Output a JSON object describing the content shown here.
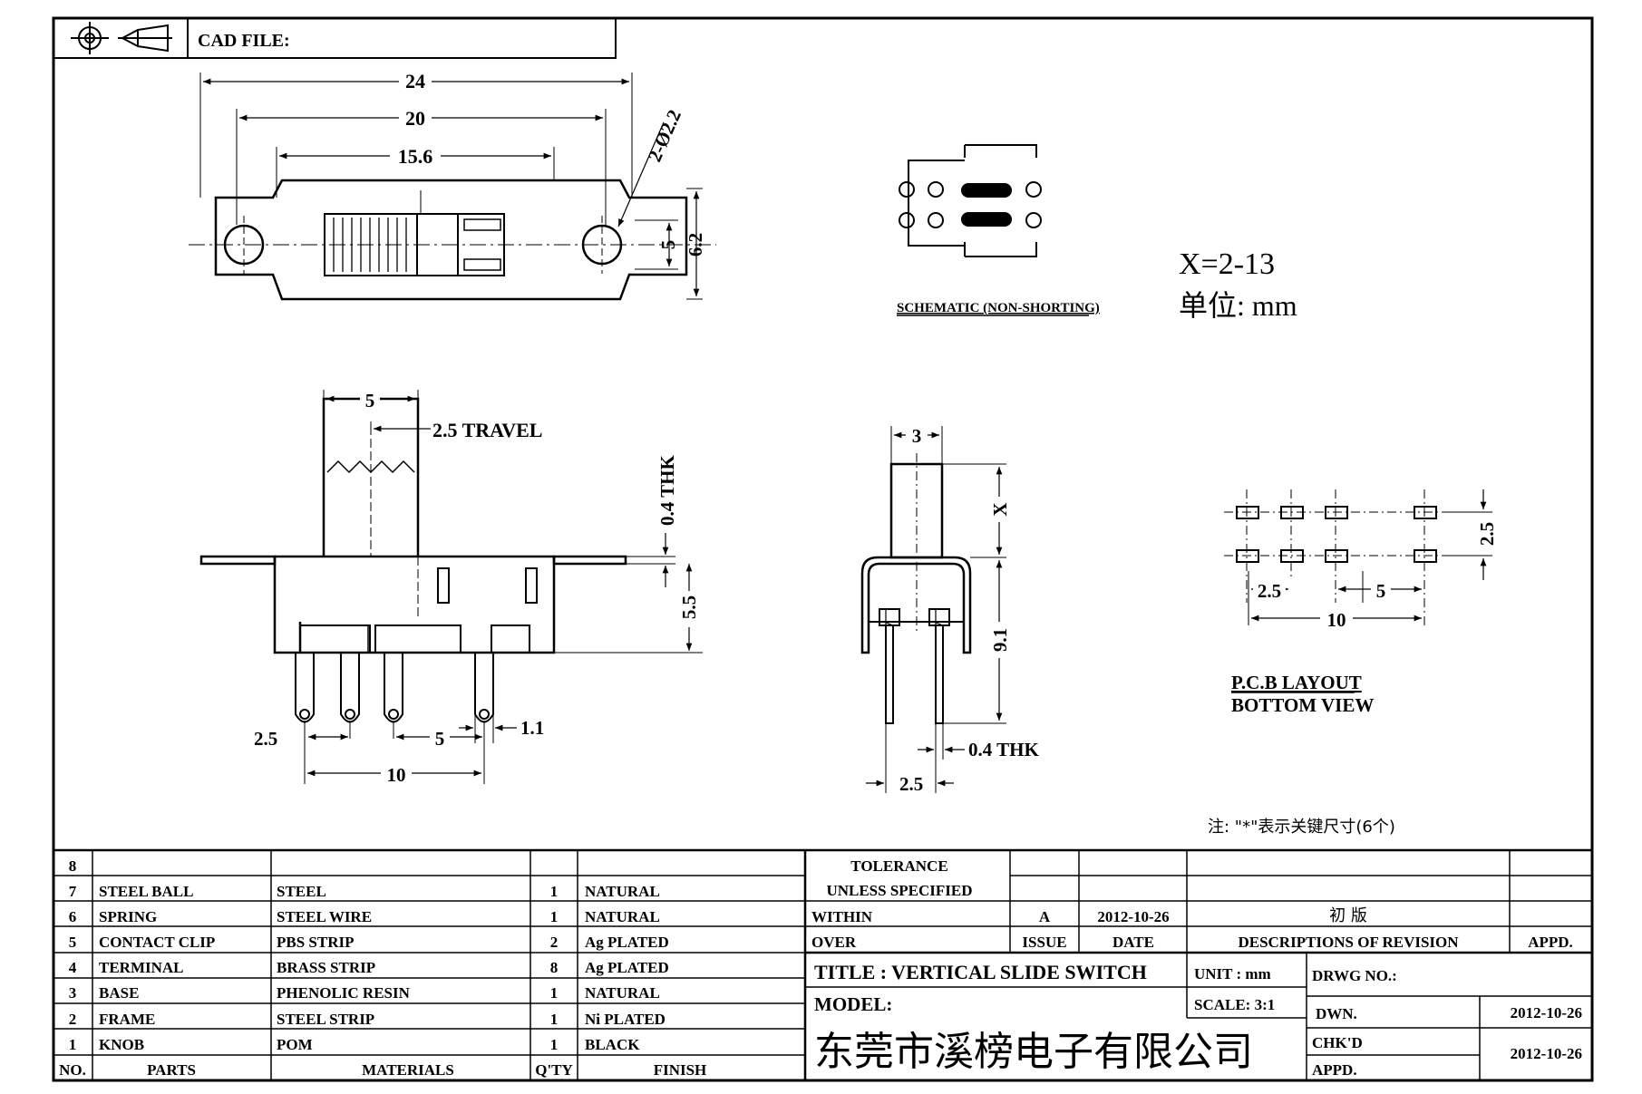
{
  "header": {
    "cad_label": "CAD FILE:"
  },
  "top_view": {
    "dim_24": "24",
    "dim_20": "20",
    "dim_15_6": "15.6",
    "dim_holes": "2-Ø2.2",
    "dim_5": "5",
    "dim_6_2": "6.2"
  },
  "schematic": {
    "label": "SCHEMATIC (NON-SHORTING)"
  },
  "notes": {
    "x_range": "X=2-13",
    "unit_text": "单位: mm",
    "key_note": "注: \"*\"表示关键尺寸(6个)"
  },
  "front_view": {
    "dim_5_top": "5",
    "travel": "2.5 TRAVEL",
    "thk_plate": "0.4 THK",
    "dim_5_5": "5.5",
    "dim_2_5": "2.5",
    "dim_5_pitch": "5",
    "dim_1_1": "1.1",
    "dim_10": "10"
  },
  "side_view": {
    "dim_3": "3",
    "dim_x": "X",
    "dim_9_1": "9.1",
    "thk_pin": "0.4 THK",
    "dim_2_5": "2.5"
  },
  "pcb": {
    "dim_2_5_v": "2.5",
    "dim_2_5_h": "2.5",
    "dim_5": "5",
    "dim_10": "10",
    "title_line1": "P.C.B LAYOUT",
    "title_line2": "BOTTOM VIEW"
  },
  "bom": {
    "rows": [
      {
        "no": "8",
        "part": "",
        "material": "",
        "qty": "",
        "finish": ""
      },
      {
        "no": "7",
        "part": "STEEL BALL",
        "material": "STEEL",
        "qty": "1",
        "finish": "NATURAL"
      },
      {
        "no": "6",
        "part": "SPRING",
        "material": "STEEL WIRE",
        "qty": "1",
        "finish": "NATURAL"
      },
      {
        "no": "5",
        "part": "CONTACT CLIP",
        "material": "PBS STRIP",
        "qty": "2",
        "finish": "Ag PLATED"
      },
      {
        "no": "4",
        "part": "TERMINAL",
        "material": "BRASS STRIP",
        "qty": "8",
        "finish": "Ag PLATED"
      },
      {
        "no": "3",
        "part": "BASE",
        "material": "PHENOLIC RESIN",
        "qty": "1",
        "finish": "NATURAL"
      },
      {
        "no": "2",
        "part": "FRAME",
        "material": "STEEL STRIP",
        "qty": "1",
        "finish": "Ni PLATED"
      },
      {
        "no": "1",
        "part": "KNOB",
        "material": "POM",
        "qty": "1",
        "finish": "BLACK"
      }
    ],
    "headers": {
      "no": "NO.",
      "parts": "PARTS",
      "materials": "MATERIALS",
      "qty": "Q'TY",
      "finish": "FINISH"
    }
  },
  "title_block": {
    "tolerance": "TOLERANCE",
    "unless": "UNLESS  SPECIFIED",
    "within": "WITHIN",
    "over": "OVER",
    "rev_issue": "A",
    "rev_date": "2012-10-26",
    "rev_desc": "初  版",
    "hdr_issue": "ISSUE",
    "hdr_date": "DATE",
    "hdr_desc": "DESCRIPTIONS OF REVISION",
    "hdr_appd": "APPD.",
    "title": "TITLE :  VERTICAL SLIDE SWITCH",
    "unit": "UNIT :  mm",
    "drwg_no": "DRWG NO.:",
    "model": "MODEL:",
    "scale": "SCALE:  3:1",
    "dwn": "DWN.",
    "dwn_date": "2012-10-26",
    "company": "东莞市溪榜电子有限公司",
    "chkd": "CHK'D",
    "appd": "APPD.",
    "chk_date": "2012-10-26"
  }
}
